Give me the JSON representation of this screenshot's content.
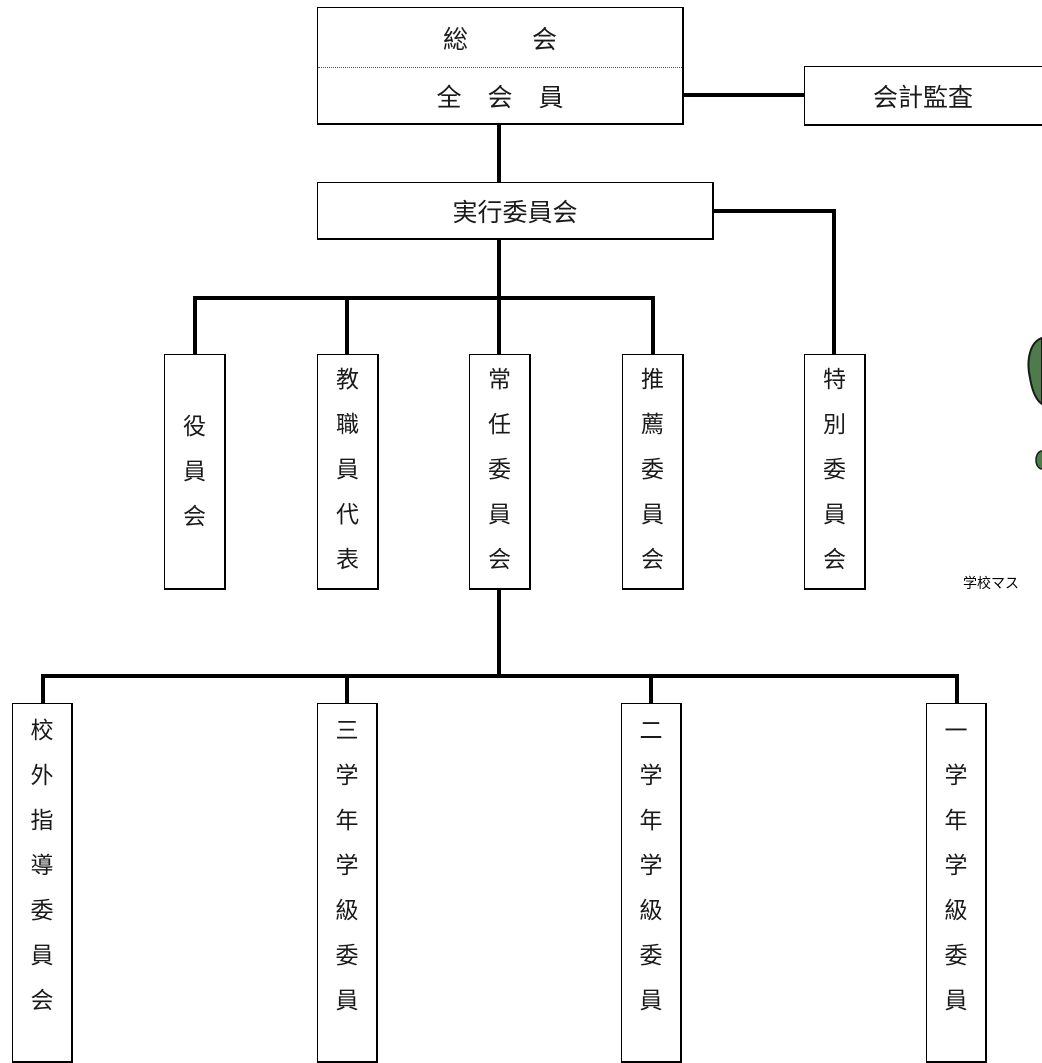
{
  "general_meeting": {
    "title_chars": [
      "総",
      "会"
    ],
    "members_chars": [
      "全",
      "会",
      "員"
    ]
  },
  "auditor": "会計監査",
  "executive_committee": "実行委員会",
  "committees": [
    {
      "id": "officers",
      "chars": [
        "役",
        "員",
        "会"
      ]
    },
    {
      "id": "staff-rep",
      "chars": [
        "教",
        "職",
        "員",
        "代",
        "表"
      ]
    },
    {
      "id": "standing",
      "chars": [
        "常",
        "任",
        "委",
        "員",
        "会"
      ]
    },
    {
      "id": "nomination",
      "chars": [
        "推",
        "薦",
        "委",
        "員",
        "会"
      ]
    },
    {
      "id": "special",
      "chars": [
        "特",
        "別",
        "委",
        "員",
        "会"
      ]
    }
  ],
  "sub_committees": [
    {
      "id": "outside-guidance",
      "chars": [
        "校",
        "外",
        "指",
        "導",
        "委",
        "員",
        "会"
      ]
    },
    {
      "id": "grade3",
      "chars": [
        "三",
        "学",
        "年",
        "学",
        "級",
        "委",
        "員"
      ]
    },
    {
      "id": "grade2",
      "chars": [
        "二",
        "学",
        "年",
        "学",
        "級",
        "委",
        "員"
      ]
    },
    {
      "id": "grade1",
      "chars": [
        "一",
        "学",
        "年",
        "学",
        "級",
        "委",
        "員"
      ]
    }
  ],
  "mascot": {
    "label": "学校マス",
    "color": "#4f7a4c"
  }
}
